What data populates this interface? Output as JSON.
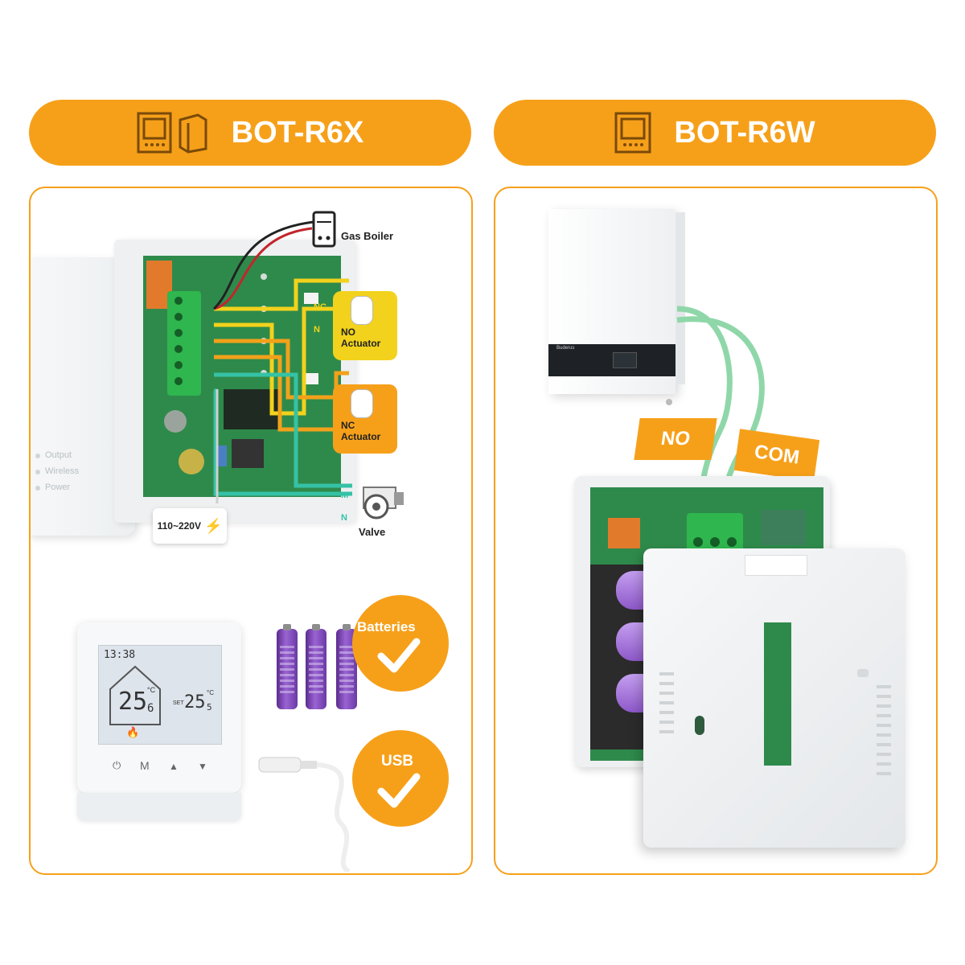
{
  "left": {
    "title": "BOT-R6X",
    "device_labels": [
      "Output",
      "Wireless",
      "Power"
    ],
    "gas_boiler": "Gas Boiler",
    "no_actuator": "NO\nActuator",
    "nc_actuator": "NC\nActuator",
    "voltage": "110~220V",
    "valve": "Valve",
    "terminal_nc": "NC",
    "terminal_n": "N",
    "terminal_m": "M",
    "thermostat": {
      "time": "13:38",
      "current_temp_int": "25",
      "current_temp_dec": "6",
      "set_label": "SET",
      "set_temp_int": "25",
      "set_temp_dec": "5",
      "unit": "°C",
      "buttons": [
        "⏻",
        "M",
        "▲",
        "▼"
      ]
    },
    "batteries_label": "Batteries",
    "usb_label": "USB"
  },
  "right": {
    "title": "BOT-R6W",
    "boiler_brand": "Buderus",
    "no_label": "NO",
    "com_label": "COM"
  },
  "colors": {
    "accent": "#f6a01a",
    "pcb": "#2c8a4a",
    "terminal": "#2fb64e",
    "yellow": "#f2d21c"
  }
}
